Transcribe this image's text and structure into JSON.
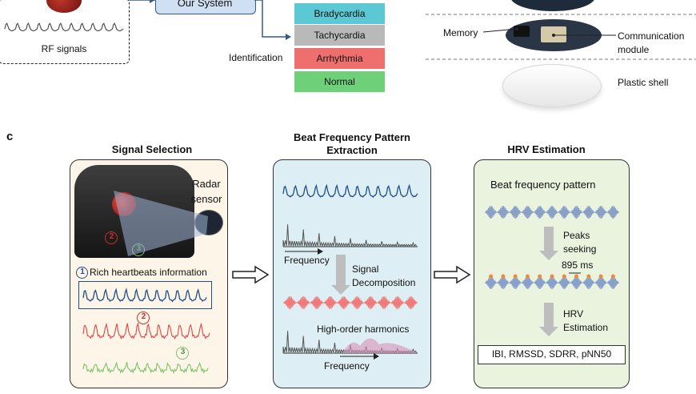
{
  "top_left": {
    "rf_label": "RF signals",
    "system_label": "Our System",
    "identification_label": "Identification",
    "classes": [
      {
        "label": "Bradycardia",
        "color": "#5bc8d4"
      },
      {
        "label": "Tachycardia",
        "color": "#b9b9b9"
      },
      {
        "label": "Arrhythmia",
        "color": "#ef6f6f"
      },
      {
        "label": "Normal",
        "color": "#6fd07a"
      }
    ]
  },
  "top_right": {
    "memory_label": "Memory",
    "comm_label": "Communication module",
    "shell_label": "Plastic shell"
  },
  "section_label": "c",
  "signal_selection": {
    "title": "Signal Selection",
    "radar_label": "Radar sensor",
    "marker_1": "1",
    "marker_2": "2",
    "marker_3": "3",
    "rich_info": "Rich heartbeats information"
  },
  "beat_frequency": {
    "title": "Beat Frequency Pattern Extraction",
    "frequency_label_1": "Frequency",
    "decomposition_label": "Signal Decomposition",
    "harmonics_label": "High-order harmonics",
    "frequency_label_2": "Frequency"
  },
  "hrv": {
    "title": "HRV Estimation",
    "pattern_label": "Beat frequency pattern",
    "peaks_label": "Peaks seeking",
    "interval_label": "895 ms",
    "hrv_label": "HRV Estimation",
    "metrics": "IBI, RMSSD, SDRR, pNN50"
  },
  "colors": {
    "blue_signal": "#1f4e8c",
    "red_signal": "#e04545",
    "green_signal": "#7cc46a",
    "pink_signal": "#f07a7a",
    "panel1_bg": "#fdf5e8",
    "panel2_bg": "#ddeff4",
    "panel3_bg": "#e9f3de"
  }
}
